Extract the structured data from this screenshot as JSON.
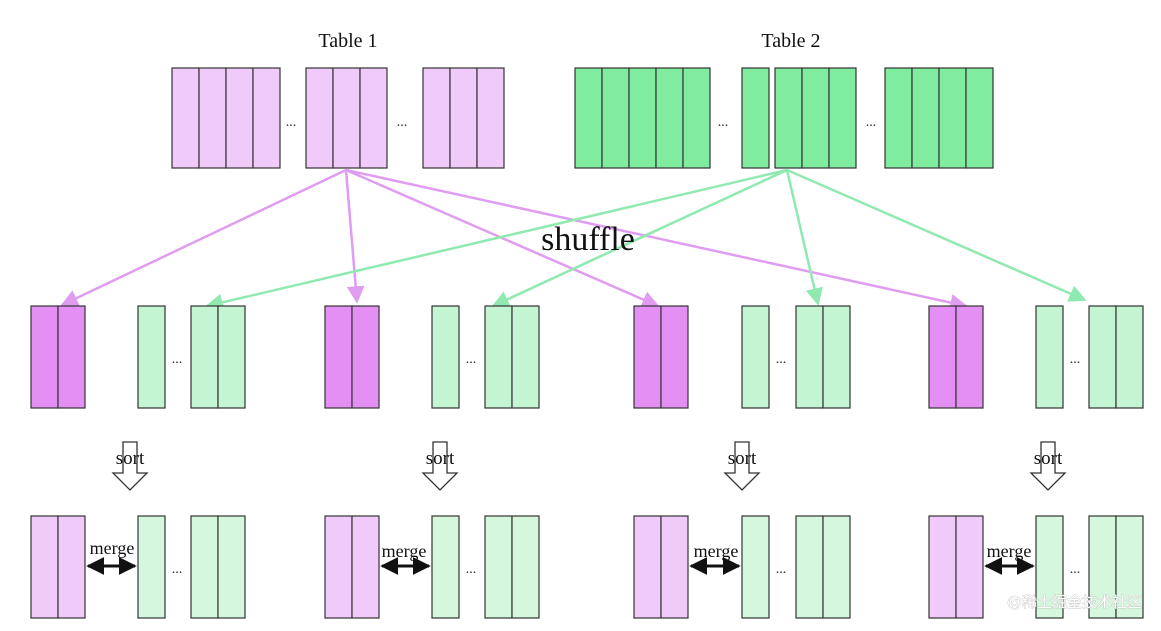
{
  "titles": {
    "table1": "Table 1",
    "table2": "Table 2"
  },
  "labels": {
    "shuffle": "shuffle",
    "sort": "sort",
    "merge": "merge",
    "ellipsis": "..."
  },
  "watermark": "@稀土掘金技术社区",
  "colors": {
    "table1_fill": "#f0caf9",
    "table2_fill": "#7feca0",
    "partition_pink": "#e48ff4",
    "partition_green": "#c4f5d2",
    "sorted_pink": "#f0caf9",
    "sorted_green": "#d4f7dd",
    "pink_arrow": "#e09cf0",
    "green_arrow": "#90e9b0",
    "block_border": "#333333"
  }
}
